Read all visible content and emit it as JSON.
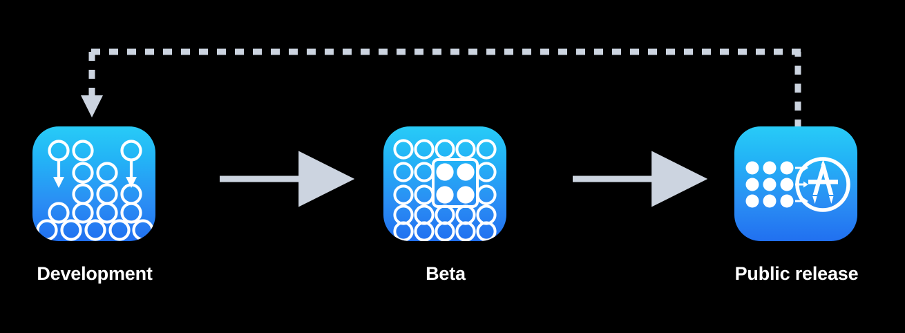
{
  "diagram": {
    "title_visible": false,
    "background_color": "#000000",
    "label_color": "#ffffff",
    "connector_color": "#ccd4e0",
    "icon_gradient_top": "#28cbf7",
    "icon_gradient_bottom": "#2170f0",
    "icon_glyph_color": "#ffffff"
  },
  "nodes": [
    {
      "id": "development",
      "label": "Development",
      "icon_name": "development-circles-icon",
      "icon_description": "triangular stack of outlined circles with two downward arrows"
    },
    {
      "id": "beta",
      "label": "Beta",
      "icon_name": "beta-grid-selection-icon",
      "icon_description": "5 by 5 grid of outlined circles with a 2 by 2 filled selection highlighted by a rounded square"
    },
    {
      "id": "public",
      "label": "Public release",
      "icon_name": "app-store-icon",
      "icon_description": "three by three filled dots with arrows pointing into the App Store logo"
    }
  ],
  "connectors": [
    {
      "id": "dev-to-beta",
      "name": "arrow-development-to-beta",
      "type": "solid-arrow",
      "from": "development",
      "to": "beta",
      "direction": "right"
    },
    {
      "id": "beta-to-public",
      "name": "arrow-beta-to-public",
      "type": "solid-arrow",
      "from": "beta",
      "to": "public",
      "direction": "right"
    },
    {
      "id": "public-to-dev-feedback",
      "name": "dashed-feedback-arrow-public-to-development",
      "type": "dashed-arrow",
      "from": "public",
      "to": "development",
      "direction": "down"
    }
  ]
}
